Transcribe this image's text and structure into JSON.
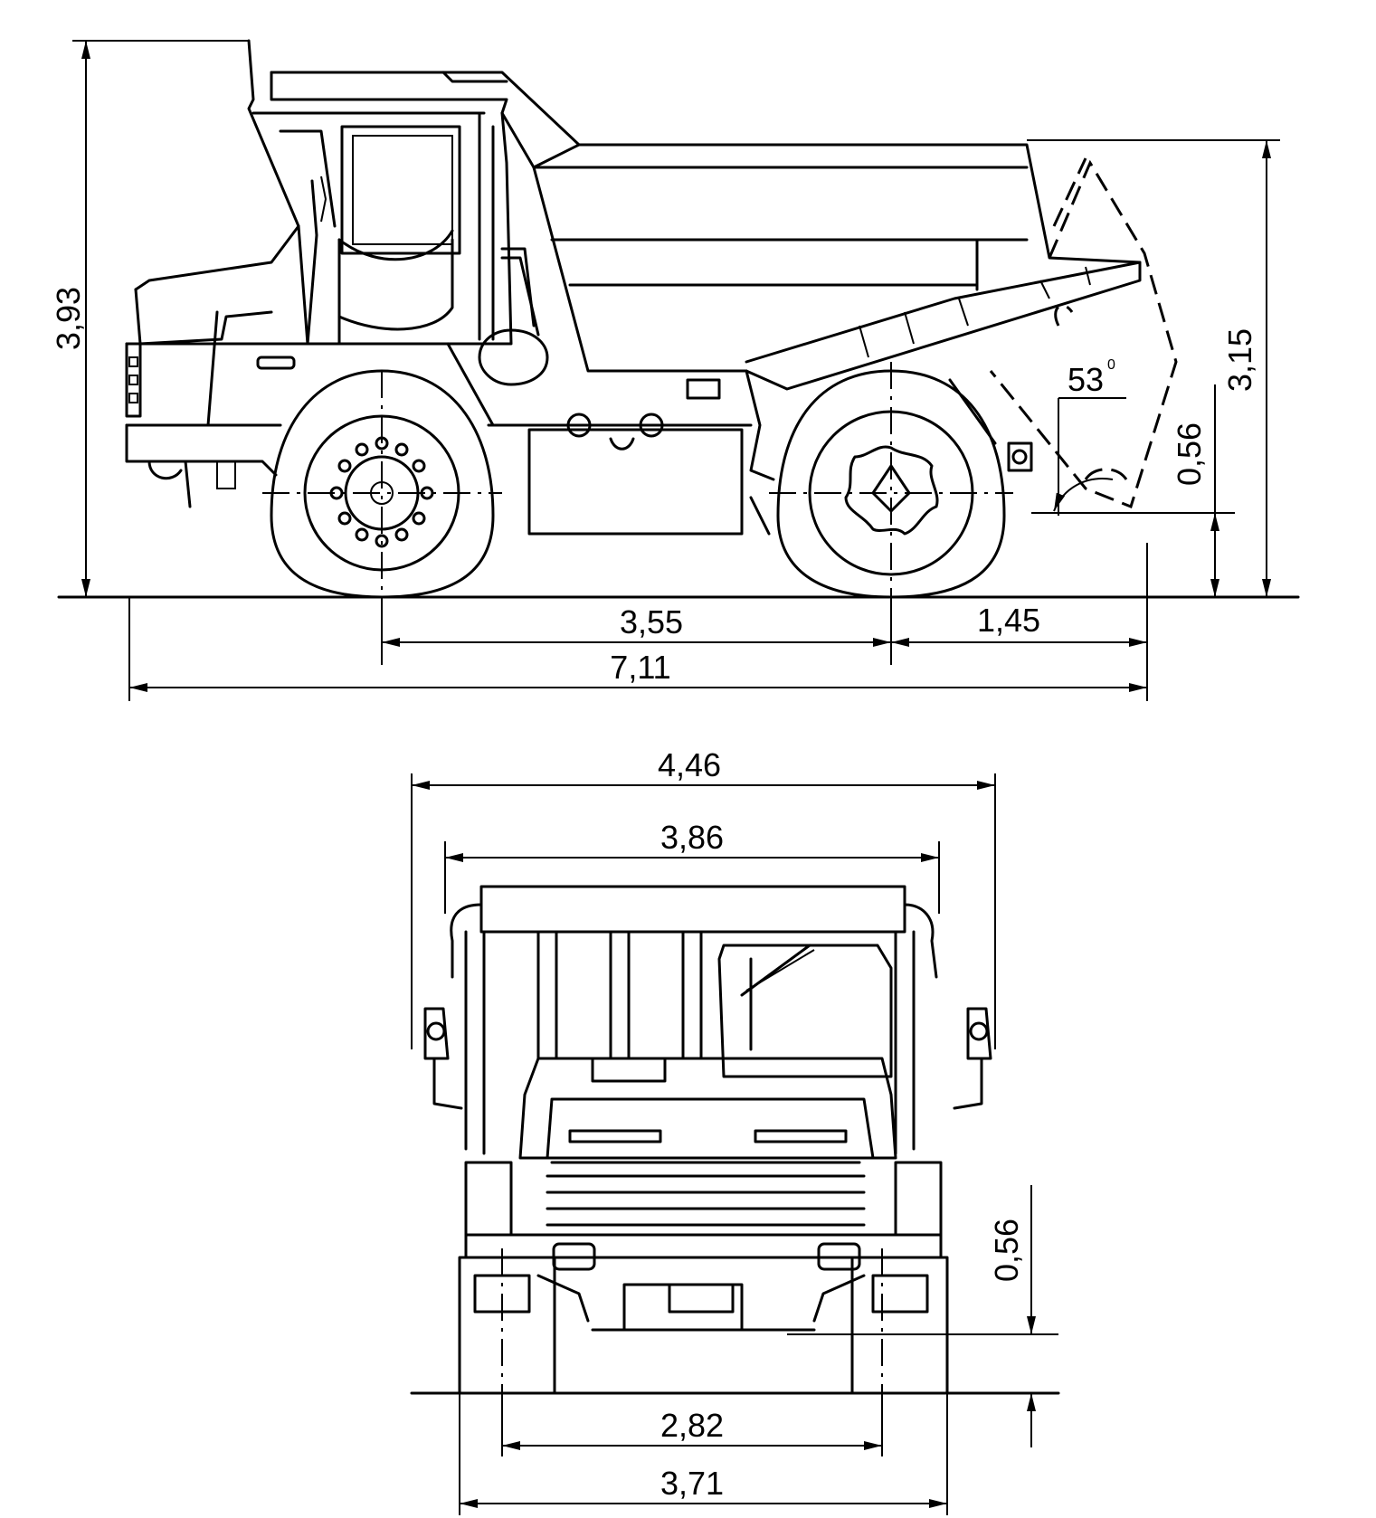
{
  "dimensions": {
    "side_height_total": "3,93",
    "side_height_body": "3,15",
    "side_ground_clearance": "0,56",
    "tip_angle": "53",
    "tip_angle_unit": "0",
    "wheelbase": "3,55",
    "rear_overhang": "1,45",
    "overall_length": "7,11",
    "front_width_total": "4,46",
    "front_width_body": "3,86",
    "front_ground_clearance": "0,56",
    "front_track": "2,82",
    "front_width_tires": "3,71"
  }
}
